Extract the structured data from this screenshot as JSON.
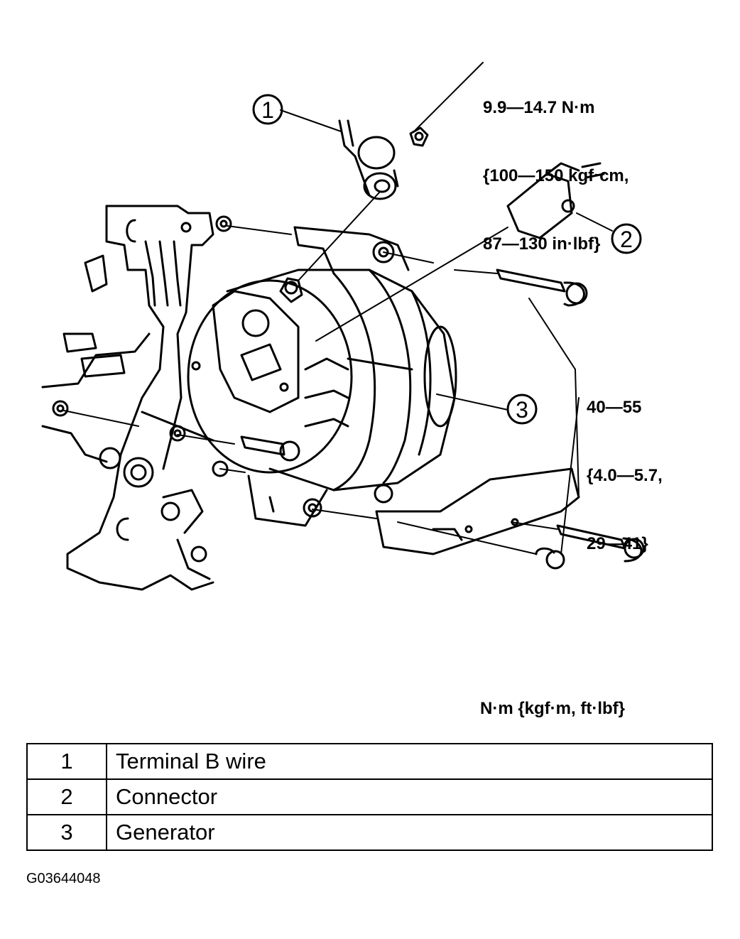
{
  "callouts": [
    {
      "number": "1"
    },
    {
      "number": "2"
    },
    {
      "number": "3"
    }
  ],
  "torque_terminal": {
    "line1": "9.9—14.7 N·m",
    "line2": "{100—150 kgf·cm,",
    "line3": "87—130 in·lbf}"
  },
  "torque_bolts": {
    "line1": "40—55",
    "line2": "{4.0—5.7,",
    "line3": "29—41}"
  },
  "units_note": "N·m {kgf·m, ft·lbf}",
  "legend": [
    {
      "number": "1",
      "description": "Terminal B wire"
    },
    {
      "number": "2",
      "description": "Connector"
    },
    {
      "number": "3",
      "description": "Generator"
    }
  ],
  "figure_id": "G03644048"
}
